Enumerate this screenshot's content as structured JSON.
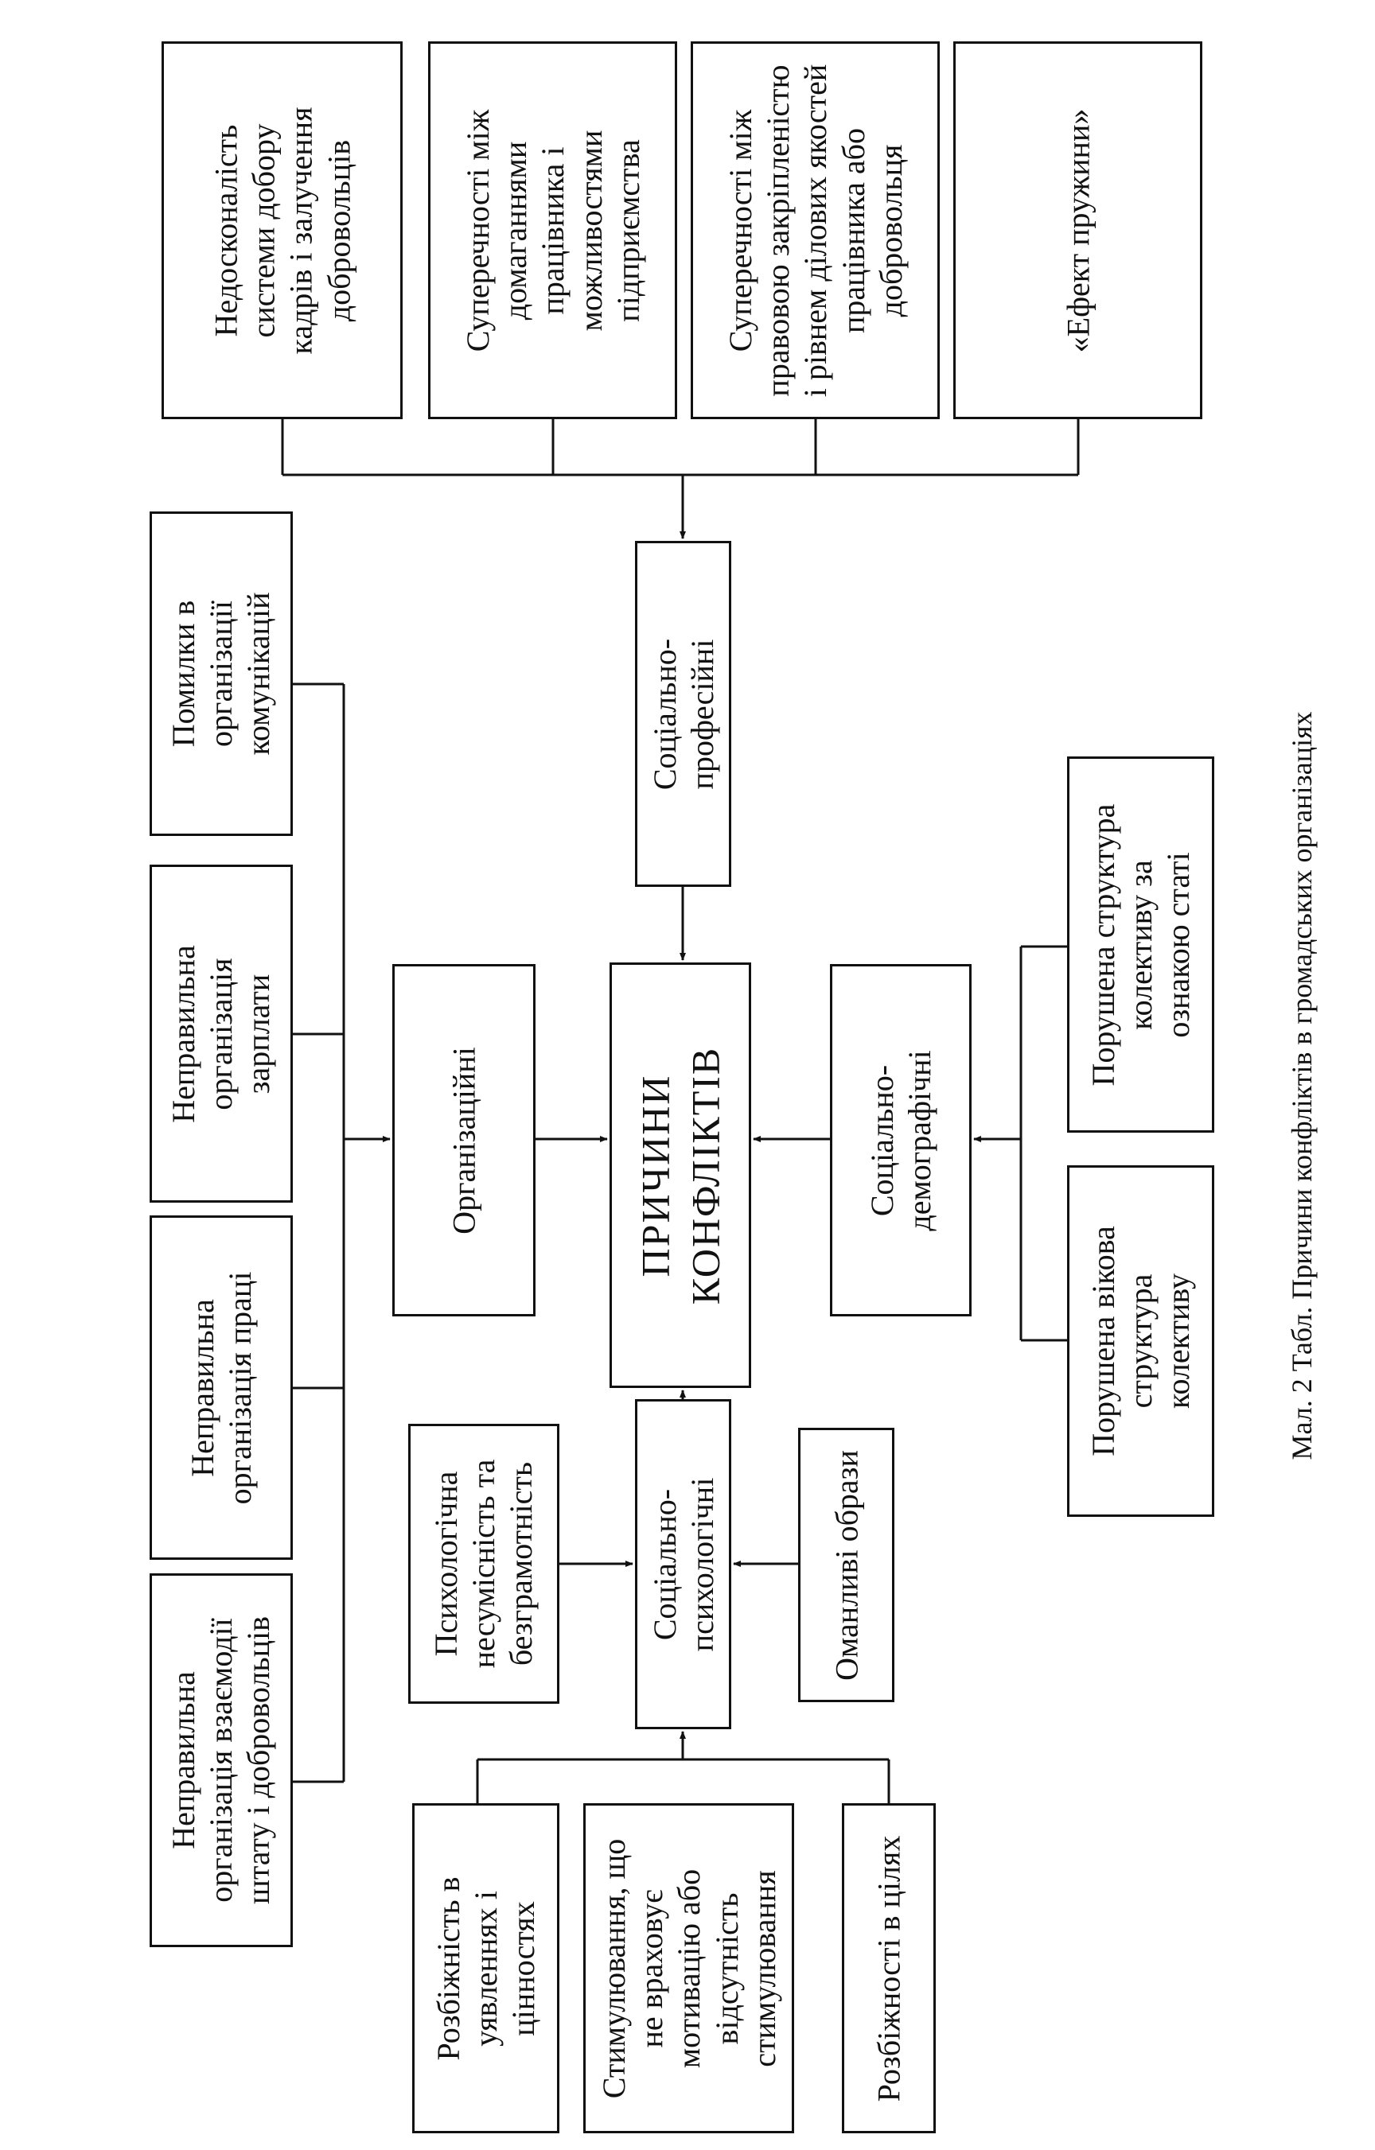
{
  "diagram": {
    "center": {
      "lines": [
        "ПРИЧИНИ",
        "КОНФЛІКТІВ"
      ]
    },
    "categories": {
      "organizational": {
        "lines": [
          "Організаційні"
        ]
      },
      "social_professional": {
        "lines": [
          "Соціально-",
          "професійні"
        ]
      },
      "social_demographic": {
        "lines": [
          "Соціально-",
          "демографічні"
        ]
      },
      "social_psychological": {
        "lines": [
          "Соціально-",
          "психологічні"
        ]
      }
    },
    "causes": {
      "staff_interaction": {
        "lines": [
          "Неправильна",
          "організація взаємодії",
          "штату і добровольців"
        ]
      },
      "work_organization": {
        "lines": [
          "Неправильна",
          "організація праці"
        ]
      },
      "salary_organization": {
        "lines": [
          "Неправильна",
          "організація",
          "зарплати"
        ]
      },
      "communication_errors": {
        "lines": [
          "Помилки в",
          "організації",
          "комунікацій"
        ]
      },
      "recruitment": {
        "lines": [
          "Недосконалість",
          "системи добору",
          "кадрів і залучення",
          "добровольців"
        ]
      },
      "expectations_vs_capabilities": {
        "lines": [
          "Суперечності між",
          "домаганнями",
          "працівника і",
          "можливостями",
          "підприємства"
        ]
      },
      "legal_vs_qualities": {
        "lines": [
          "Суперечності між",
          "правовою закріпленістю",
          "і рівнем ділових якостей",
          "працівника або",
          "добровольця"
        ]
      },
      "spring_effect": {
        "lines": [
          "«Ефект пружини»"
        ]
      },
      "gender_structure": {
        "lines": [
          "Порушена структура",
          "колективу за",
          "ознакою статі"
        ]
      },
      "age_structure": {
        "lines": [
          "Порушена вікова",
          "структура",
          "колективу"
        ]
      },
      "psych_incompatibility": {
        "lines": [
          "Психологічна",
          "несумісність та",
          "безграмотність"
        ]
      },
      "false_images": {
        "lines": [
          "Оманливі образи"
        ]
      },
      "values_divergence": {
        "lines": [
          "Розбіжність в",
          "уявленнях і",
          "цінностях"
        ]
      },
      "stimulation": {
        "lines": [
          "Стимулювання, що",
          "не враховує",
          "мотивацію або",
          "відсутність",
          "стимулювання"
        ]
      },
      "goals_divergence": {
        "lines": [
          "Розбіжності в цілях"
        ]
      }
    }
  },
  "caption": "Мал. 2 Табл. Причини конфліктів в громадських організаціях"
}
